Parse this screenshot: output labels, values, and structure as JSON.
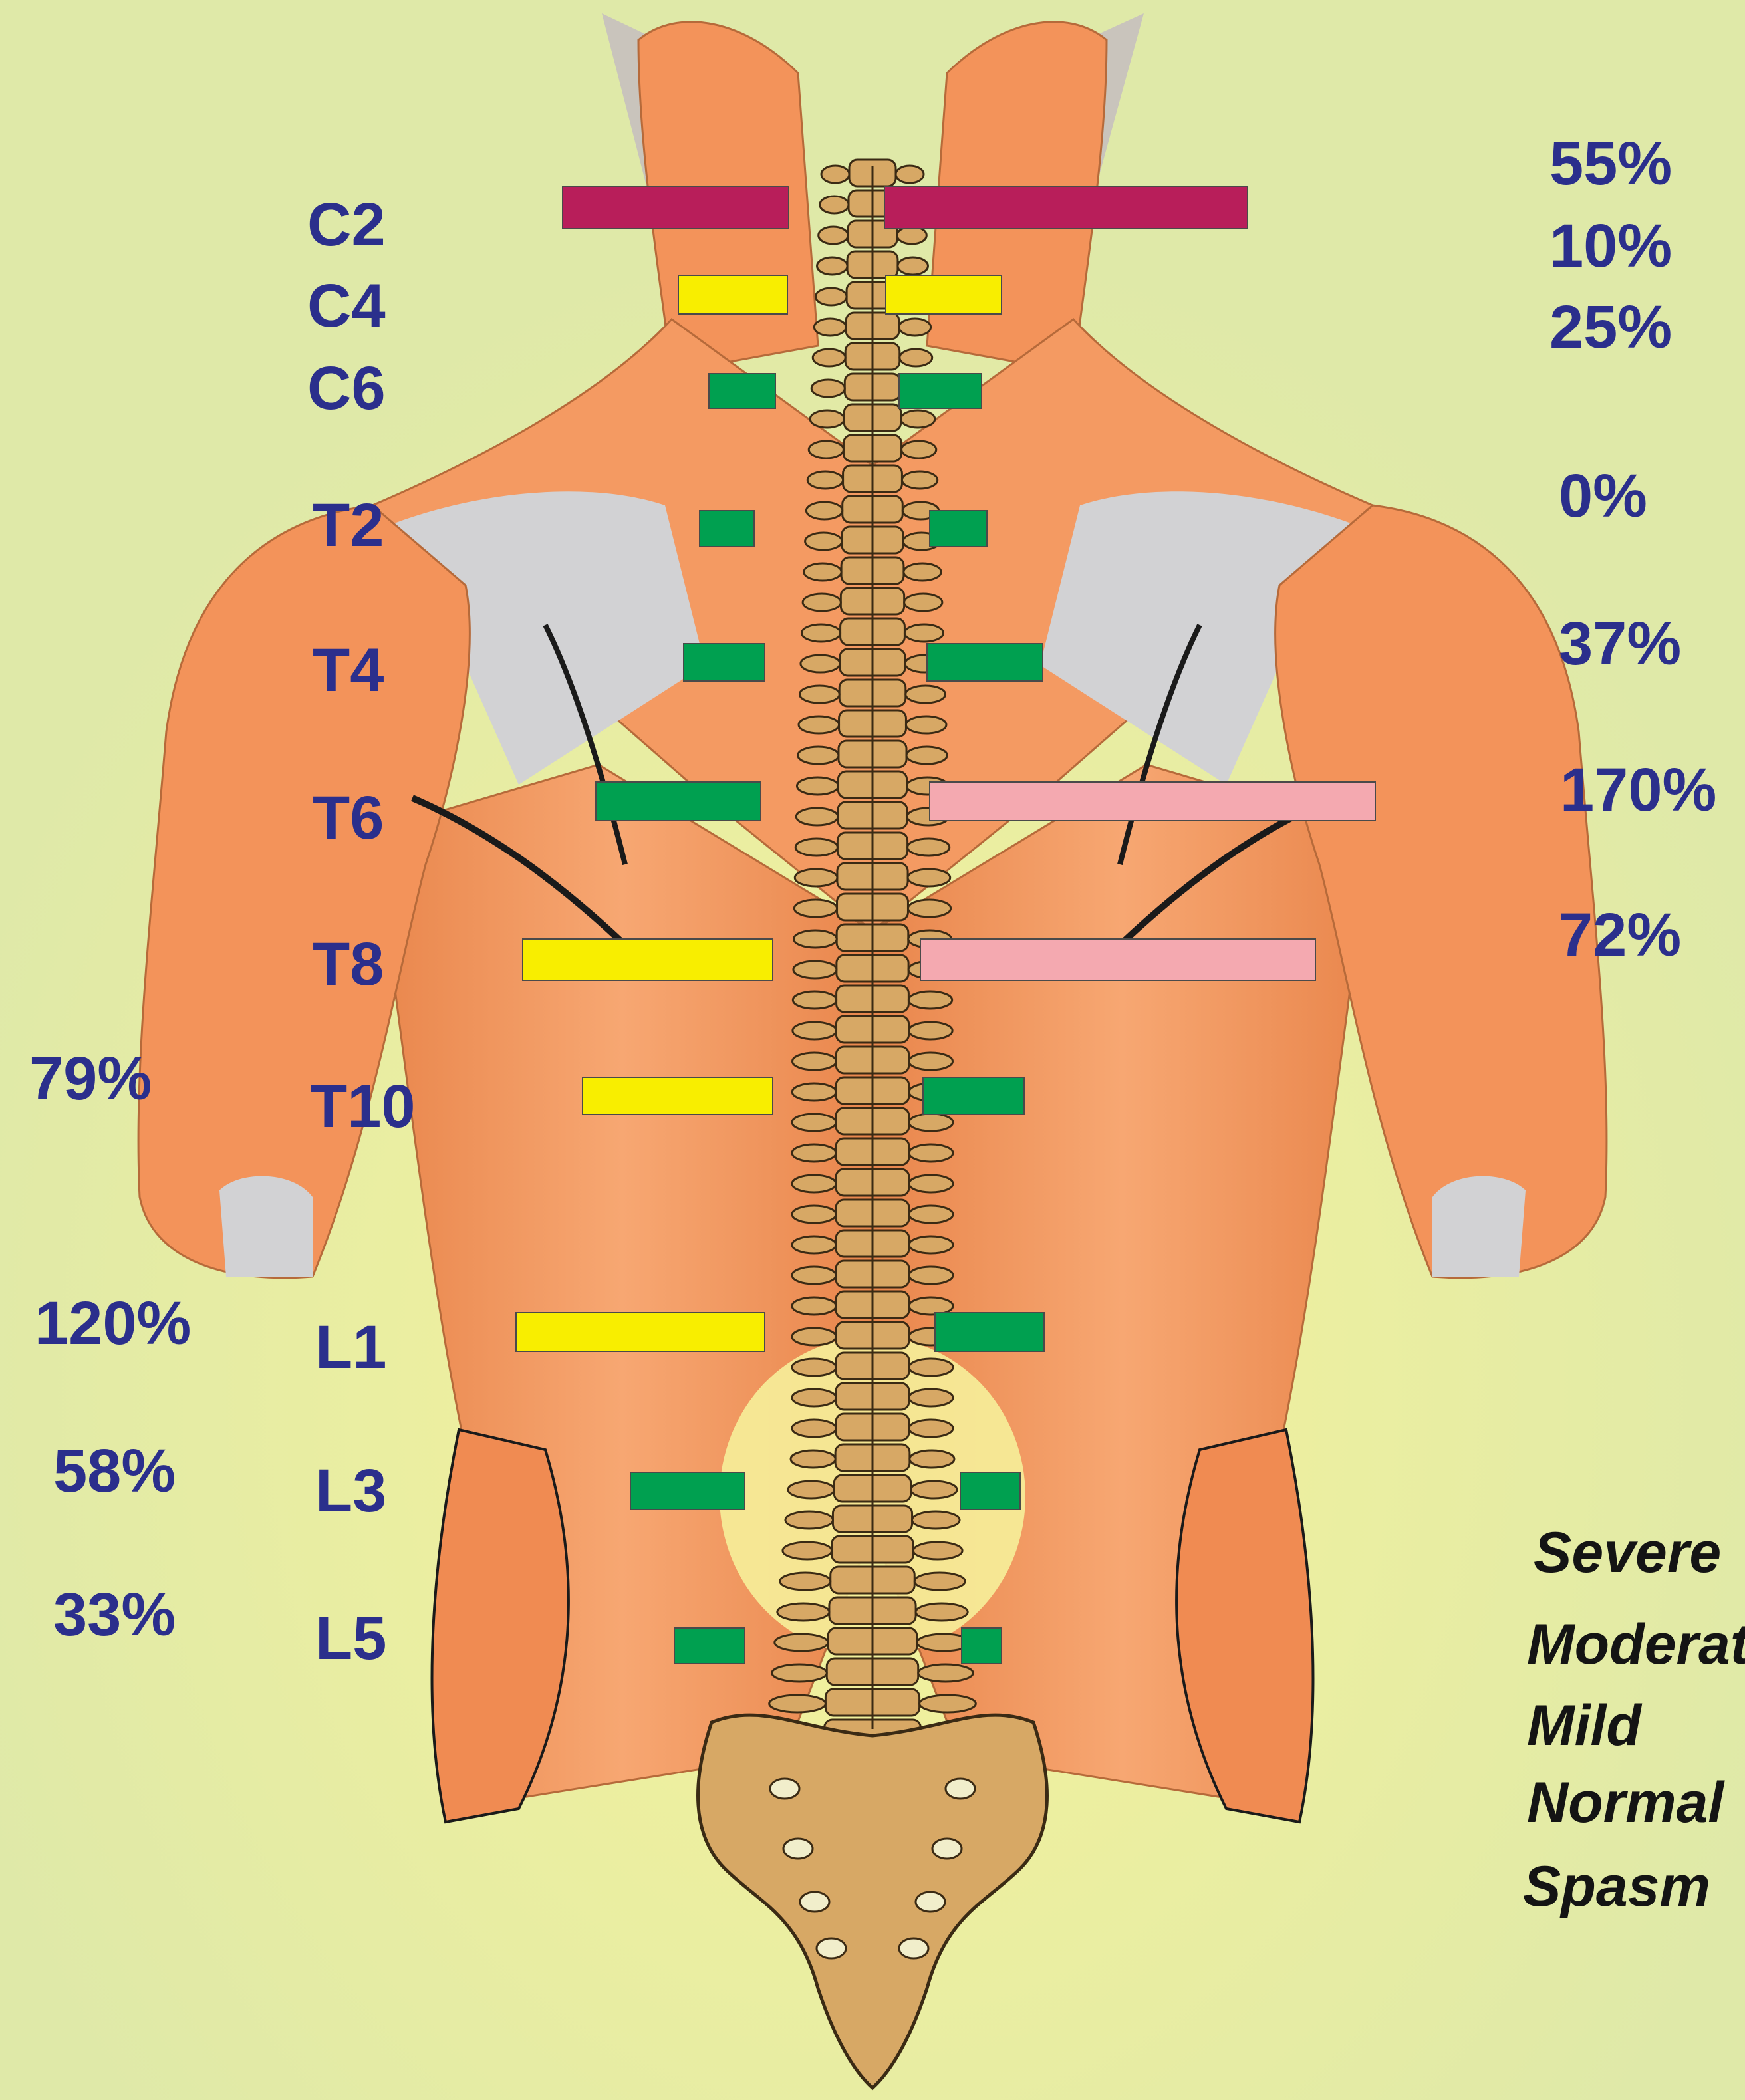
{
  "colors": {
    "background": "#dfe9a8",
    "glow": "#f3f2a6",
    "muscle": "#f3935a",
    "muscle_light": "#f8b585",
    "muscle_shadow": "#d9814a",
    "tendon": "#cfcfd1",
    "bone": "#d7a865",
    "bone_outline": "#3a2a14",
    "label_text": "#2b2f8c",
    "legend_text": "#141414"
  },
  "severity_colors": {
    "severe": "#b81e5a",
    "moderate": "#f8ee00",
    "mild": "#00a050",
    "normal": "#f4a9b0"
  },
  "vertebra_labels": [
    "C2",
    "C4",
    "C6",
    "T2",
    "T4",
    "T6",
    "T8",
    "T10",
    "L1",
    "L3",
    "L5"
  ],
  "percentages_right": [
    "55%",
    "10%",
    "25%",
    "0%",
    "37%",
    "170%",
    "72%"
  ],
  "percentages_left": [
    "79%",
    "120%",
    "58%",
    "33%"
  ],
  "legend": [
    "Severe",
    "Moderate",
    "Mild",
    "Normal",
    "Spasm"
  ],
  "bars": [
    {
      "level": "C2",
      "left": "severe",
      "right": "severe"
    },
    {
      "level": "C4",
      "left": "moderate",
      "right": "moderate"
    },
    {
      "level": "C6",
      "left": "mild",
      "right": "mild"
    },
    {
      "level": "T2",
      "left": "mild",
      "right": "mild"
    },
    {
      "level": "T4",
      "left": "mild",
      "right": "mild"
    },
    {
      "level": "T6",
      "left": "mild",
      "right": "normal"
    },
    {
      "level": "T8",
      "left": "moderate",
      "right": "normal"
    },
    {
      "level": "T10",
      "left": "moderate",
      "right": "mild"
    },
    {
      "level": "L1",
      "left": "moderate",
      "right": "mild"
    },
    {
      "level": "L3",
      "left": "mild",
      "right": "mild"
    },
    {
      "level": "L5",
      "left": "mild",
      "right": "mild"
    }
  ]
}
